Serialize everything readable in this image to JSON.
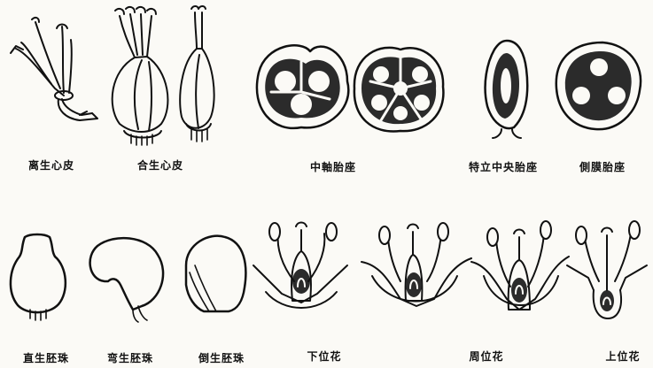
{
  "captions": {
    "free_carpel": "离生心皮",
    "syncarpous": "合生心皮",
    "axile": "中軸胎座",
    "free_central": "特立中央胎座",
    "parietal": "側膜胎座",
    "orthotropous": "直生胚珠",
    "campylotropous": "弯生胚珠",
    "anatropous": "倒生胚珠",
    "hypogynous": "下位花",
    "perigynous": "周位花",
    "epigynous": "上位花"
  }
}
